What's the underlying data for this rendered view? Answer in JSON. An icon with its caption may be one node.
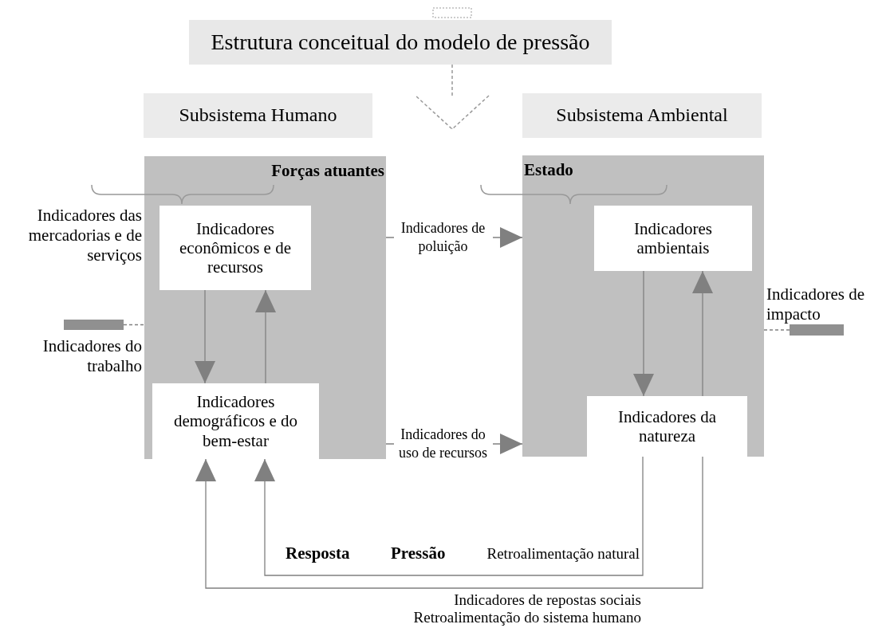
{
  "diagram": {
    "nodes": [
      {
        "text": [
          "Estrutura conceitual do modelo de pressão"
        ]
      },
      {
        "text": [
          "Subsistema Humano"
        ]
      },
      {
        "text": [
          "Subsistema Ambiental"
        ]
      },
      {
        "text": [
          "Forças atuantes"
        ]
      },
      {
        "text": [
          "Indicadores econômicos e de recursos"
        ],
        "in": 3
      },
      {
        "text": [
          "Indicadores demográficos e do bem-estar"
        ],
        "in": 3
      },
      {
        "text": [
          "Estado"
        ]
      },
      {
        "text": [
          "Indicadores ambientais"
        ],
        "in": 6
      },
      {
        "text": [
          "Indicadores da natureza"
        ],
        "in": 6
      },
      {
        "text": [],
        "shape": "bar"
      },
      {
        "text": [],
        "shape": "bar"
      }
    ],
    "edges": [
      {
        "from": 0,
        "to": null,
        "arrow": "to",
        "style": "dashed"
      },
      {
        "from": 3,
        "to": 6,
        "arrow": "to",
        "label": "Indicadores de poluição"
      },
      {
        "from": 3,
        "to": 6,
        "arrow": "to",
        "label": "Indicadores do uso de recursos"
      },
      {
        "from": 4,
        "to": 5,
        "arrow": "to"
      },
      {
        "from": 5,
        "to": 4,
        "arrow": "to"
      },
      {
        "from": 7,
        "to": 8,
        "arrow": "to"
      },
      {
        "from": 8,
        "to": 7,
        "arrow": "to"
      },
      {
        "from": 9,
        "to": 3,
        "arrow": "none",
        "style": "dashed"
      },
      {
        "from": 10,
        "to": 6,
        "arrow": "none",
        "style": "dashed"
      },
      {
        "from": 6,
        "to": 3,
        "arrow": "to"
      },
      {
        "from": 6,
        "to": 3,
        "arrow": "to"
      }
    ],
    "labels": [
      "Indicadores das mercadorias e de serviços",
      "Indicadores do trabalho",
      "Indicadores de impacto",
      "Resposta",
      "Pressão",
      "Retroalimentação natural",
      "Indicadores de repostas sociais",
      "Retroalimentação do sistema humano"
    ]
  }
}
